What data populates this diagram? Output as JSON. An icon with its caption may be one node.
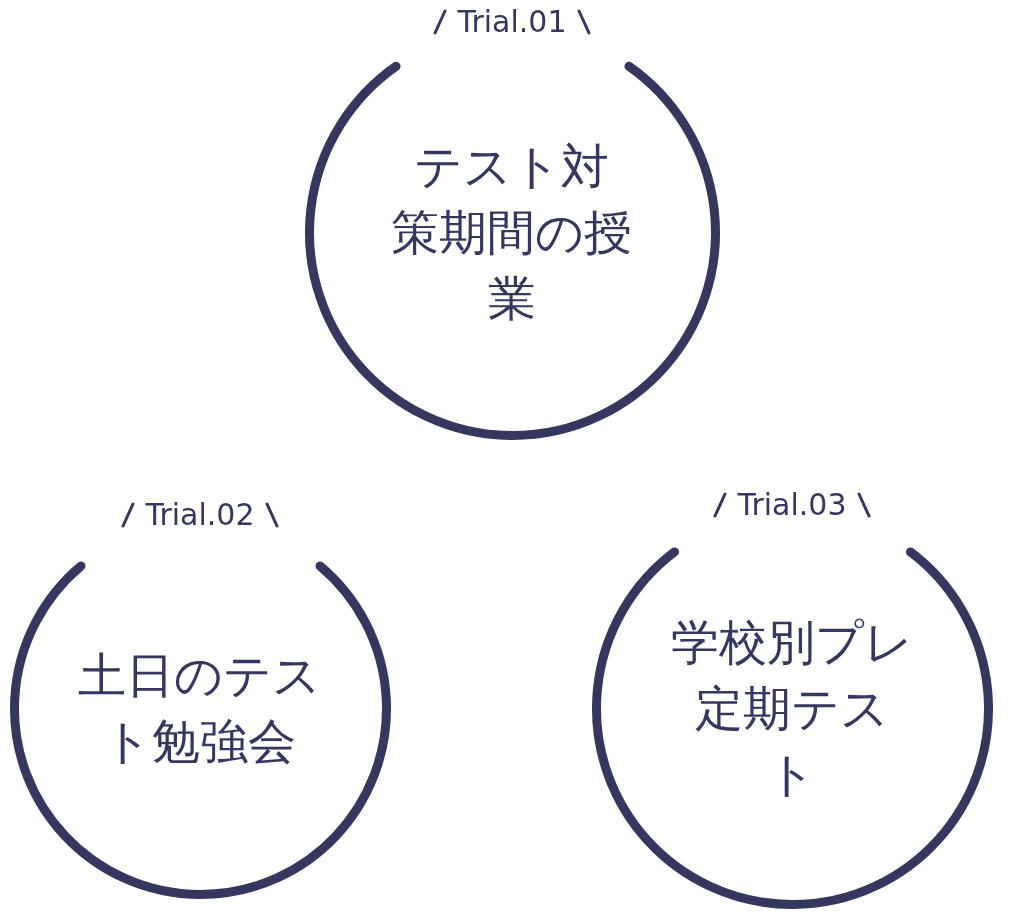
{
  "diagram": {
    "nodes": [
      {
        "text": [
          "Trial.01",
          "テスト対策期間の授業"
        ]
      },
      {
        "text": [
          "Trial.02",
          "土日のテスト勉強会"
        ]
      },
      {
        "text": [
          "Trial.03",
          "学校別プレ定期テスト"
        ]
      }
    ]
  }
}
